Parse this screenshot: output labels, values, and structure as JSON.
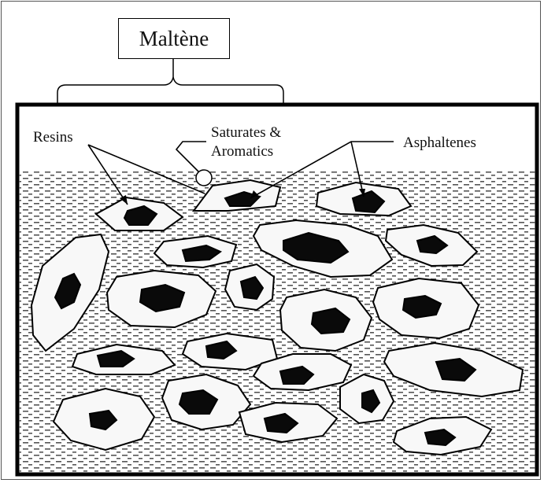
{
  "title": "Maltène",
  "labels": {
    "resins": "Resins",
    "saturates_line1": "Saturates &",
    "saturates_line2": "Aromatics",
    "asphaltenes": "Asphaltenes"
  },
  "colors": {
    "frame": "#000000",
    "resin_fill": "#f8f8f8",
    "asphaltene_fill": "#0a0a0a",
    "matrix_dash": "#555555"
  }
}
